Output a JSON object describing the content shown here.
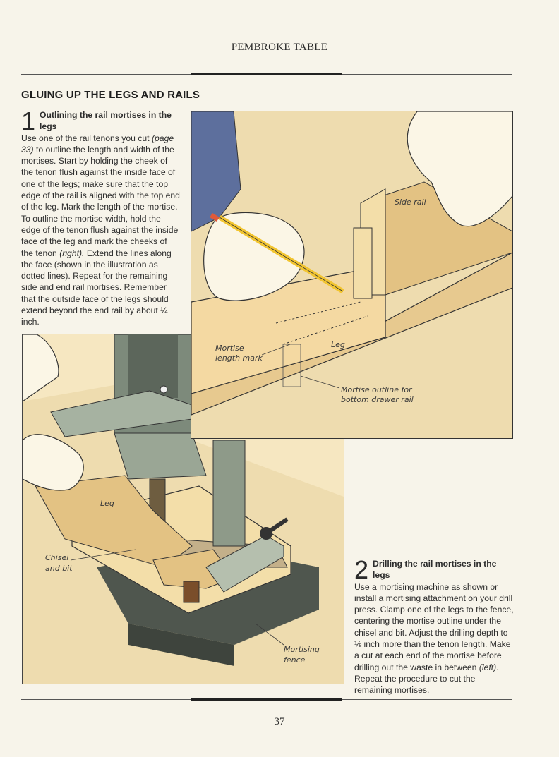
{
  "header": {
    "running_title": "PEMBROKE TABLE"
  },
  "section": {
    "title": "GLUING UP THE LEGS AND RAILS"
  },
  "step1": {
    "number": "1",
    "heading": "Outlining the rail mortises in the legs",
    "text_a": "Use one of the rail tenons you cut ",
    "ref_a": "(page 33)",
    "text_b": " to outline the length and width of the mortises. Start by holding the cheek of the tenon flush against the inside face of one of the legs; make sure that the top edge of the rail is aligned with the top end of the leg. Mark the length of the mortise. To outline the mortise width, hold the edge of the tenon flush against the inside face of the leg and mark the cheeks of the tenon ",
    "ref_b": "(right).",
    "text_c": " Extend the lines along the face (shown in the illustration as dotted lines). Repeat for the remaining side and end rail mortises. Remember that the outside face of the legs should extend beyond the end rail by about ¼ inch."
  },
  "step2": {
    "number": "2",
    "heading": "Drilling the rail mortises in the legs",
    "text_a": "Use a mortising machine as shown or install a mortising attachment on your drill press. Clamp one of the legs to the fence, centering the mortise outline under the chisel and bit. Adjust the drilling depth to ⅛ inch more than the tenon length. Make a cut at each end of the mortise before drilling out the waste in between ",
    "ref_a": "(left).",
    "text_b": " Repeat the procedure to cut the remaining mortises."
  },
  "illustration_top": {
    "labels": {
      "side_rail": "Side rail",
      "leg": "Leg",
      "mortise_length_1": "Mortise",
      "mortise_length_2": "length mark",
      "mortise_outline_1": "Mortise outline for",
      "mortise_outline_2": "bottom drawer rail"
    }
  },
  "illustration_bottom": {
    "labels": {
      "leg": "Leg",
      "chisel_1": "Chisel",
      "chisel_2": "and bit",
      "fence_1": "Mortising",
      "fence_2": "fence"
    }
  },
  "footer": {
    "page_number": "37"
  },
  "colors": {
    "paper": "#f7f4ea",
    "wood": "#e7c98f",
    "wood_dark": "#d2ad6b",
    "background_tan": "#eedcaf",
    "machine_green": "#8e9a89",
    "machine_dark": "#5c665b",
    "skin": "#fbf6e6",
    "sleeve_blue": "#5d6f9d",
    "pencil_yellow": "#f2c531"
  }
}
